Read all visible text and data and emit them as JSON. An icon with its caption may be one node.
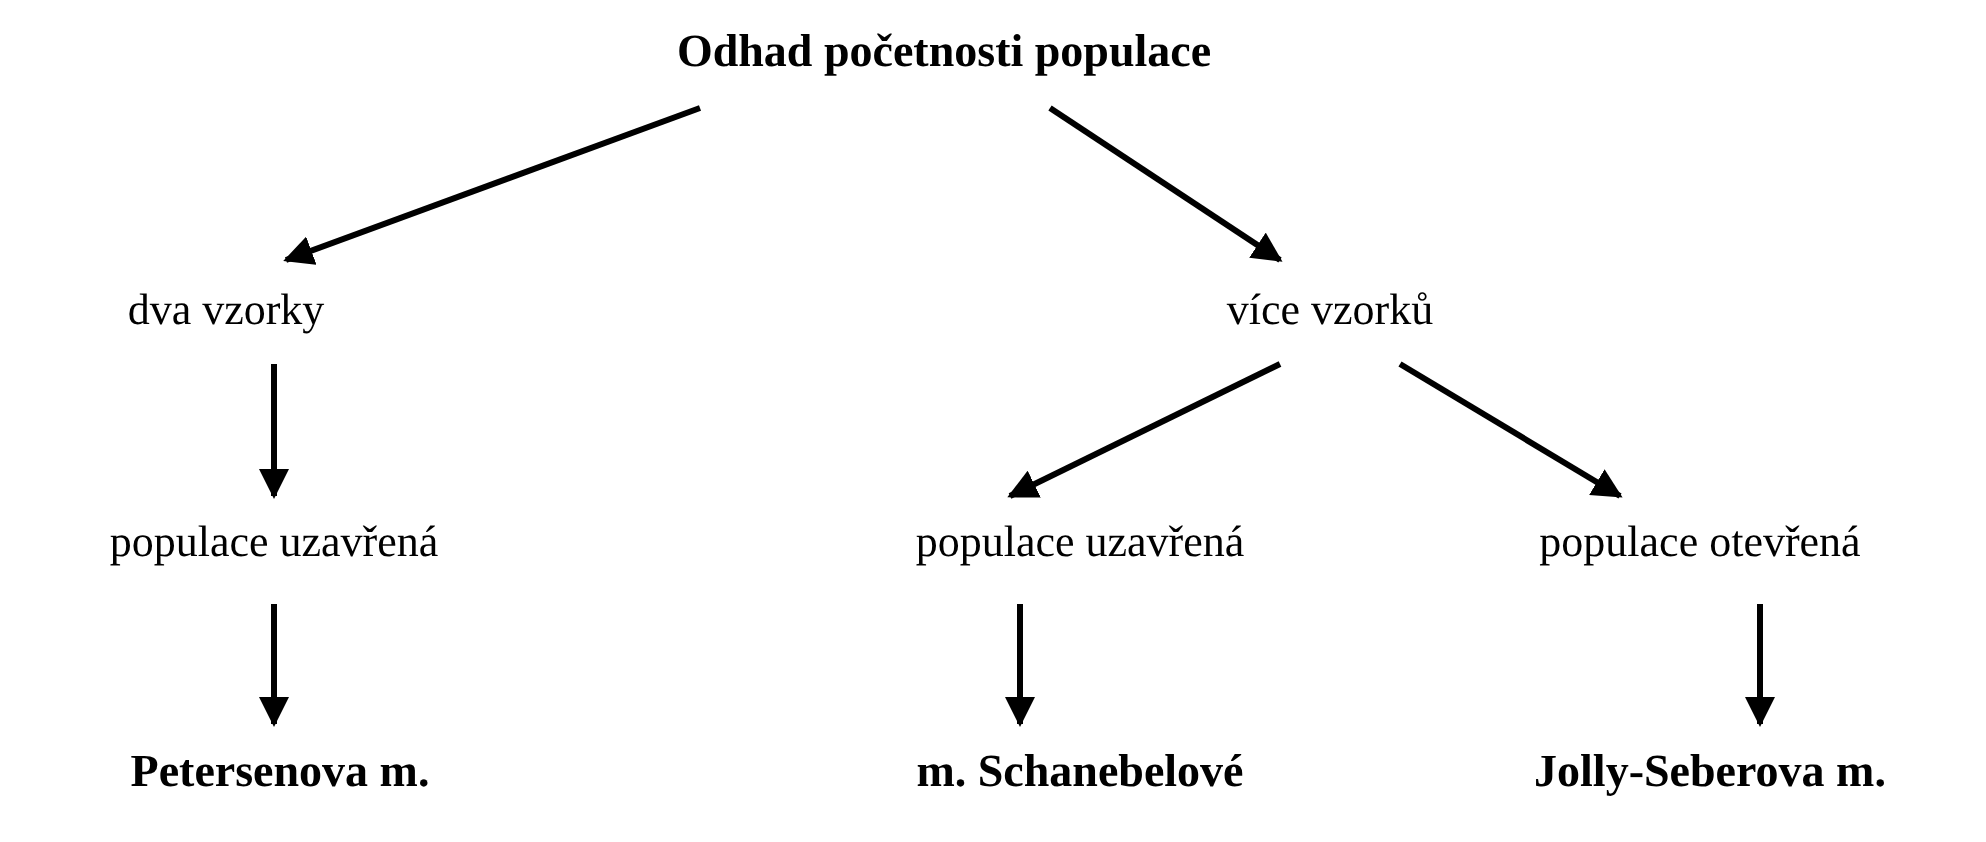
{
  "diagram": {
    "nodes": [
      {
        "text": [
          "Odhad početnosti populace"
        ]
      },
      {
        "text": [
          "dva vzorky"
        ]
      },
      {
        "text": [
          "více vzorků"
        ]
      },
      {
        "text": [
          "populace uzavřená"
        ]
      },
      {
        "text": [
          "populace uzavřená"
        ]
      },
      {
        "text": [
          "populace otevřená"
        ]
      },
      {
        "text": [
          "Petersenova m."
        ]
      },
      {
        "text": [
          "m. Schanebelové"
        ]
      },
      {
        "text": [
          "Jolly-Seberova m."
        ]
      }
    ],
    "edges": [
      {
        "from": 0,
        "to": 1,
        "arrow": "to"
      },
      {
        "from": 0,
        "to": 2,
        "arrow": "to"
      },
      {
        "from": 1,
        "to": 3,
        "arrow": "to"
      },
      {
        "from": 2,
        "to": 4,
        "arrow": "to"
      },
      {
        "from": 2,
        "to": 5,
        "arrow": "to"
      },
      {
        "from": 3,
        "to": 6,
        "arrow": "to"
      },
      {
        "from": 4,
        "to": 7,
        "arrow": "to"
      },
      {
        "from": 5,
        "to": 8,
        "arrow": "to"
      }
    ]
  }
}
